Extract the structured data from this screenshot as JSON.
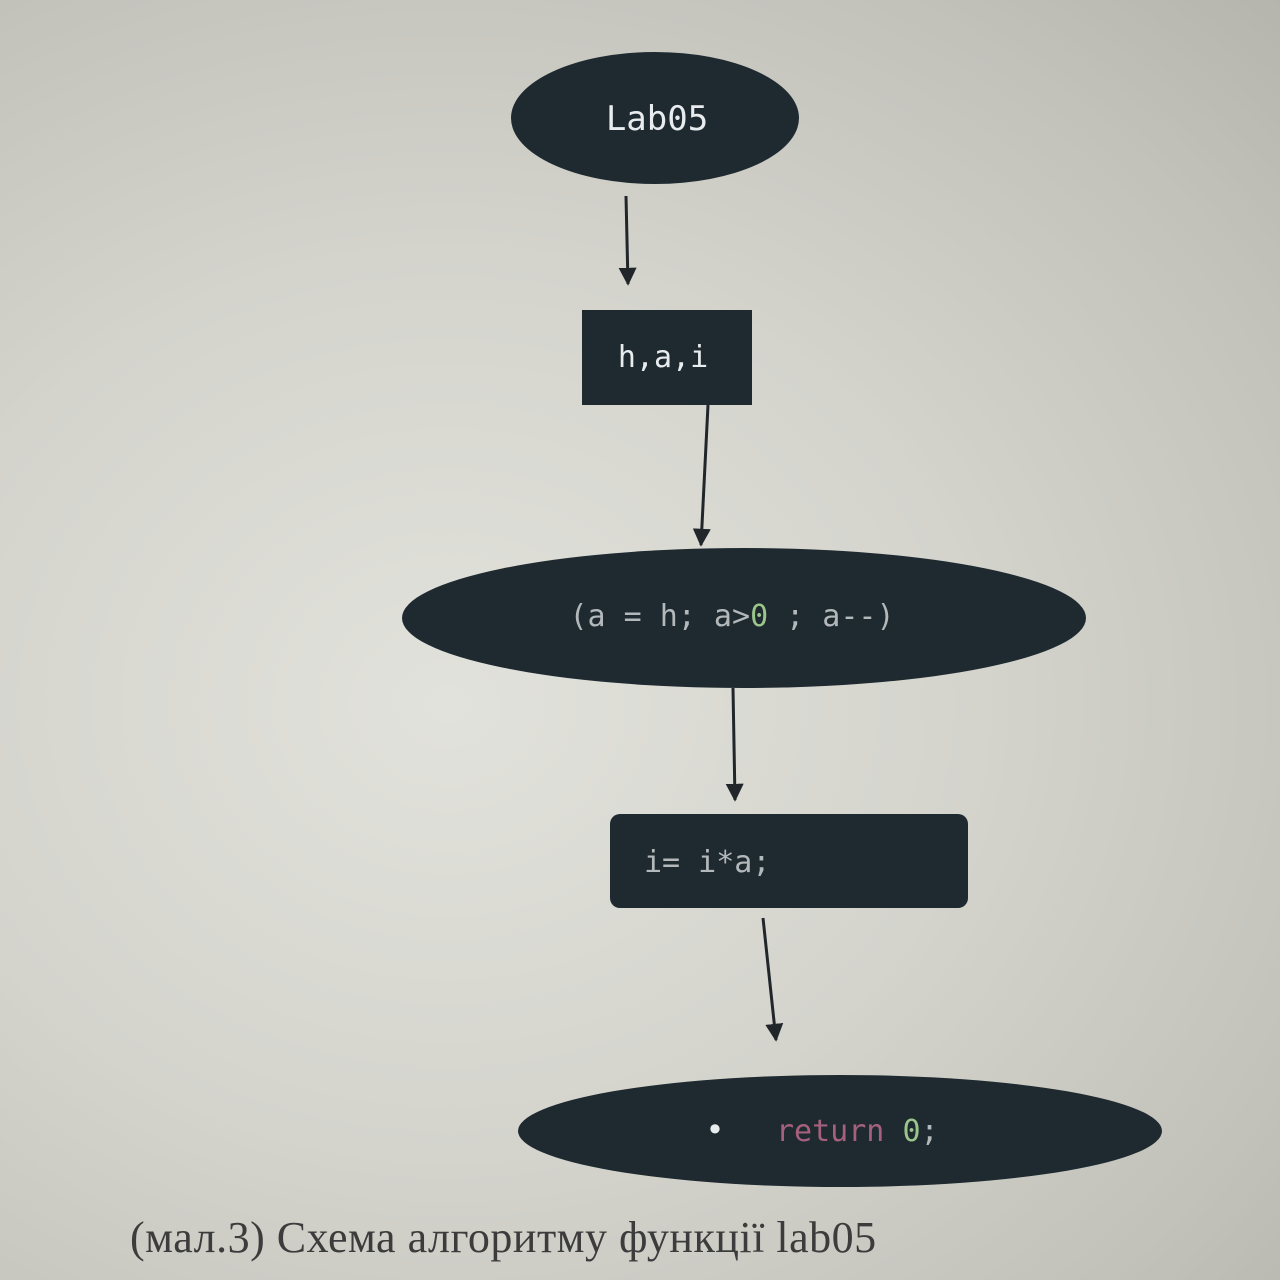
{
  "diagram": {
    "nodes": {
      "start": {
        "label": "Lab05",
        "shape": "ellipse"
      },
      "vars": {
        "label": "h,a,i",
        "shape": "rectangle"
      },
      "loop": {
        "shape": "ellipse",
        "parts": {
          "open": "(a = h; a>",
          "zero": "0",
          "rest": " ; a--)"
        }
      },
      "assign": {
        "label": "i= i*a;",
        "shape": "rounded-rectangle"
      },
      "end": {
        "shape": "ellipse",
        "bullet": "•",
        "keyword": "return",
        "value": "0",
        "semicolon": ";"
      }
    },
    "edges": [
      {
        "from": "start",
        "to": "vars"
      },
      {
        "from": "vars",
        "to": "loop"
      },
      {
        "from": "loop",
        "to": "assign"
      },
      {
        "from": "assign",
        "to": "end"
      }
    ]
  },
  "colors": {
    "node_fill": "#1f2a30",
    "text_white": "#e8ecee",
    "text_gray": "#b3b8bb",
    "number_green": "#9bc58a",
    "keyword_pink": "#a5607e",
    "arrow": "#20262a"
  },
  "caption": "(мал.3) Схема алгоритму функції lab05"
}
